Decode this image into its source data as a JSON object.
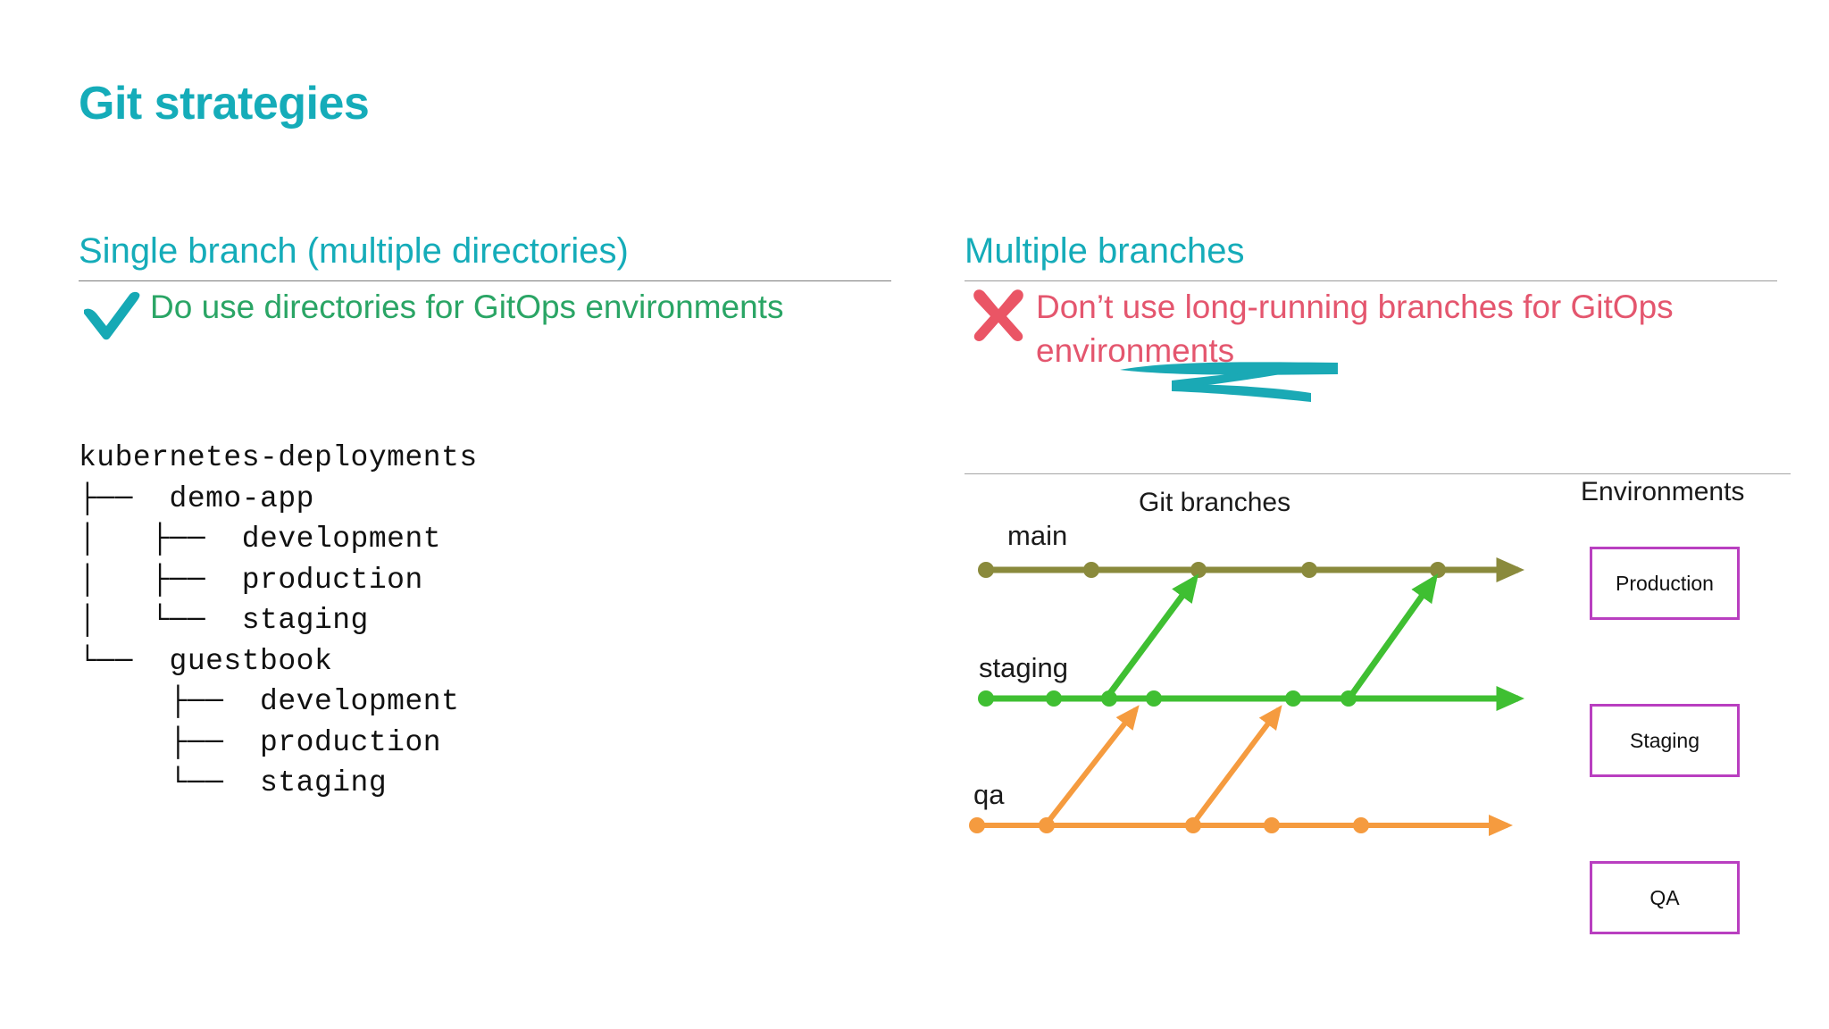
{
  "slide": {
    "title": "Git strategies",
    "title_color": "#15acb9"
  },
  "left_column": {
    "heading": "Single branch (multiple directories)",
    "advice": {
      "icon": "check-icon",
      "icon_color": "#16a9b5",
      "text": "Do use directories for GitOps environments",
      "text_color": "#2aa565"
    },
    "tree": "kubernetes-deployments\n├──  demo-app\n│   ├──  development\n│   ├──  production\n│   └──  staging\n└──  guestbook\n     ├──  development\n     ├──  production\n     └──  staging"
  },
  "right_column": {
    "heading": "Multiple branches",
    "advice": {
      "icon": "cross-icon",
      "icon_color": "#ea5565",
      "text": "Don’t use long-running branches for GitOps\nenvironments",
      "text_color": "#e4566e"
    },
    "annotation": {
      "name": "teal-scribble-underline",
      "color": "#1aa9b5"
    },
    "diagram": {
      "git_branches_header": "Git branches",
      "environments_header": "Environments",
      "environments": [
        {
          "label": "Production",
          "border_color": "#b93fc0"
        },
        {
          "label": "Staging",
          "border_color": "#b93fc0"
        },
        {
          "label": "QA",
          "border_color": "#b93fc0"
        }
      ],
      "branches": [
        {
          "name": "main",
          "color": "#8a8a3c",
          "commit_count": 5
        },
        {
          "name": "staging",
          "color": "#3fbf32",
          "commit_count": 6
        },
        {
          "name": "qa",
          "color": "#f59b3f",
          "commit_count": 5
        }
      ],
      "merges": [
        {
          "from": "staging",
          "to": "main",
          "color": "#3fbf32"
        },
        {
          "from": "staging",
          "to": "main",
          "color": "#3fbf32"
        },
        {
          "from": "qa",
          "to": "staging",
          "color": "#f59b3f"
        },
        {
          "from": "qa",
          "to": "staging",
          "color": "#f59b3f"
        }
      ]
    }
  }
}
